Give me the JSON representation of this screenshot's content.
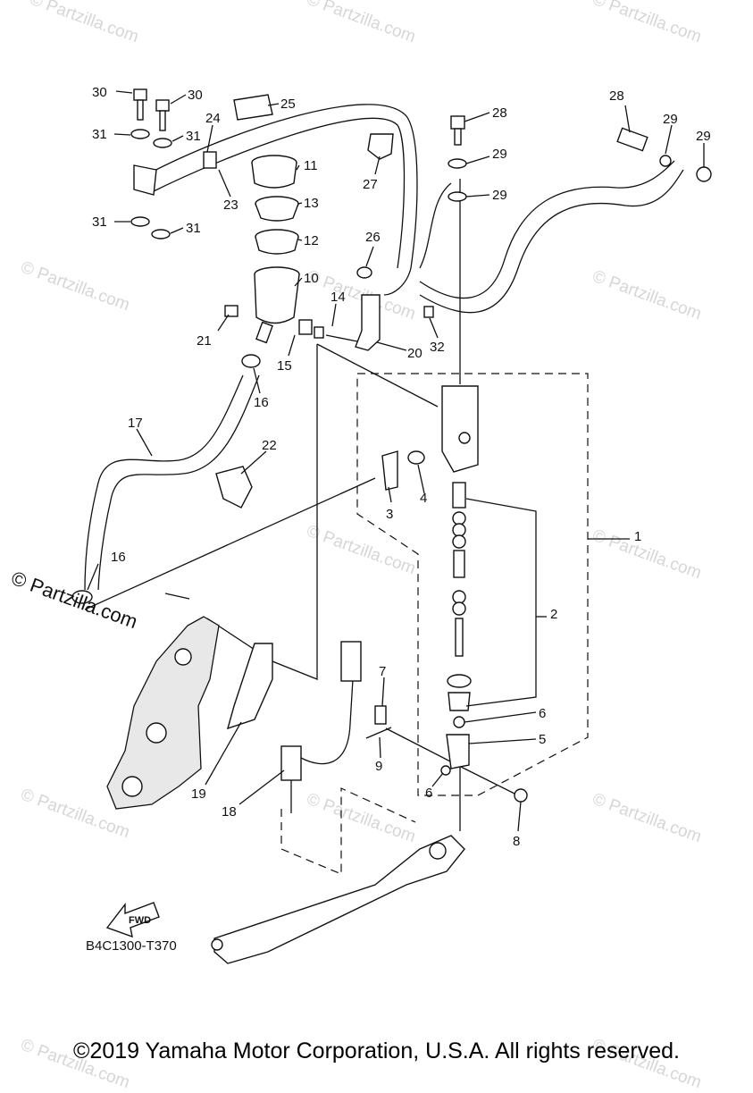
{
  "diagram": {
    "callouts": [
      {
        "id": "c30a",
        "label": "30"
      },
      {
        "id": "c30b",
        "label": "30"
      },
      {
        "id": "c25",
        "label": "25"
      },
      {
        "id": "c24",
        "label": "24"
      },
      {
        "id": "c31a",
        "label": "31"
      },
      {
        "id": "c31b",
        "label": "31"
      },
      {
        "id": "c31c",
        "label": "31"
      },
      {
        "id": "c31d",
        "label": "31"
      },
      {
        "id": "c23",
        "label": "23"
      },
      {
        "id": "c11",
        "label": "11"
      },
      {
        "id": "c13",
        "label": "13"
      },
      {
        "id": "c12",
        "label": "12"
      },
      {
        "id": "c10",
        "label": "10"
      },
      {
        "id": "c14",
        "label": "14"
      },
      {
        "id": "c21",
        "label": "21"
      },
      {
        "id": "c15",
        "label": "15"
      },
      {
        "id": "c20",
        "label": "20"
      },
      {
        "id": "c16a",
        "label": "16"
      },
      {
        "id": "c17",
        "label": "17"
      },
      {
        "id": "c22",
        "label": "22"
      },
      {
        "id": "c16b",
        "label": "16"
      },
      {
        "id": "c27",
        "label": "27"
      },
      {
        "id": "c26",
        "label": "26"
      },
      {
        "id": "c32",
        "label": "32"
      },
      {
        "id": "c28a",
        "label": "28"
      },
      {
        "id": "c29a",
        "label": "29"
      },
      {
        "id": "c29b",
        "label": "29"
      },
      {
        "id": "c28b",
        "label": "28"
      },
      {
        "id": "c29c",
        "label": "29"
      },
      {
        "id": "c29d",
        "label": "29"
      },
      {
        "id": "c1",
        "label": "1"
      },
      {
        "id": "c2",
        "label": "2"
      },
      {
        "id": "c3",
        "label": "3"
      },
      {
        "id": "c4",
        "label": "4"
      },
      {
        "id": "c7",
        "label": "7"
      },
      {
        "id": "c6a",
        "label": "6"
      },
      {
        "id": "c5",
        "label": "5"
      },
      {
        "id": "c9",
        "label": "9"
      },
      {
        "id": "c6b",
        "label": "6"
      },
      {
        "id": "c8",
        "label": "8"
      },
      {
        "id": "c19",
        "label": "19"
      },
      {
        "id": "c18",
        "label": "18"
      }
    ],
    "fwd_label": "FWD",
    "diagram_code": "B4C1300-T370"
  },
  "watermark": {
    "text": "© Partzilla.com"
  },
  "brand_stamp": "© Partzilla.com",
  "footer": {
    "copyright": "©2019 Yamaha Motor Corporation, U.S.A. All rights reserved."
  }
}
